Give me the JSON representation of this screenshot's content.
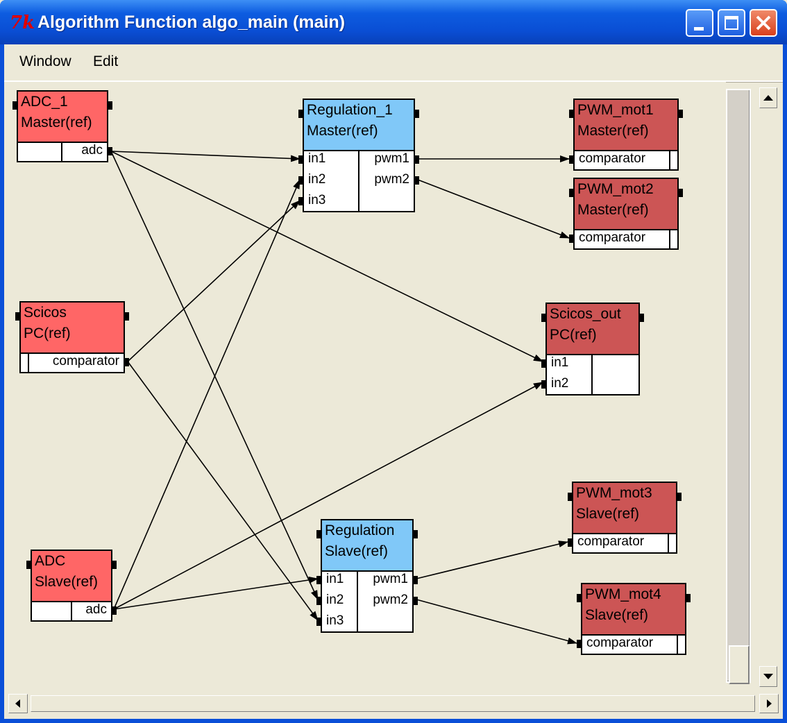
{
  "window": {
    "title": "Algorithm Function algo_main (main)",
    "logo": "7k"
  },
  "menu": {
    "window": "Window",
    "edit": "Edit"
  },
  "colors": {
    "adc_block": "#ff6666",
    "regulation_block": "#80c8f8",
    "output_block": "#cc5555"
  },
  "blocks": {
    "adc1": {
      "line1": "ADC_1",
      "line2": "Master(ref)",
      "out": "adc"
    },
    "scicos_pc": {
      "line1": "Scicos",
      "line2": "PC(ref)",
      "out": "comparator"
    },
    "adc_slave": {
      "line1": "ADC",
      "line2": "Slave(ref)",
      "out": "adc"
    },
    "reg1": {
      "line1": "Regulation_1",
      "line2": "Master(ref)",
      "in1": "in1",
      "in2": "in2",
      "in3": "in3",
      "out1": "pwm1",
      "out2": "pwm2"
    },
    "reg_slave": {
      "line1": "Regulation",
      "line2": "Slave(ref)",
      "in1": "in1",
      "in2": "in2",
      "in3": "in3",
      "out1": "pwm1",
      "out2": "pwm2"
    },
    "pwm1": {
      "line1": "PWM_mot1",
      "line2": "Master(ref)",
      "in": "comparator"
    },
    "pwm2": {
      "line1": "PWM_mot2",
      "line2": "Master(ref)",
      "in": "comparator"
    },
    "scicos_out": {
      "line1": "Scicos_out",
      "line2": "PC(ref)",
      "in1": "in1",
      "in2": "in2"
    },
    "pwm3": {
      "line1": "PWM_mot3",
      "line2": "Slave(ref)",
      "in": "comparator"
    },
    "pwm4": {
      "line1": "PWM_mot4",
      "line2": "Slave(ref)",
      "in": "comparator"
    }
  }
}
